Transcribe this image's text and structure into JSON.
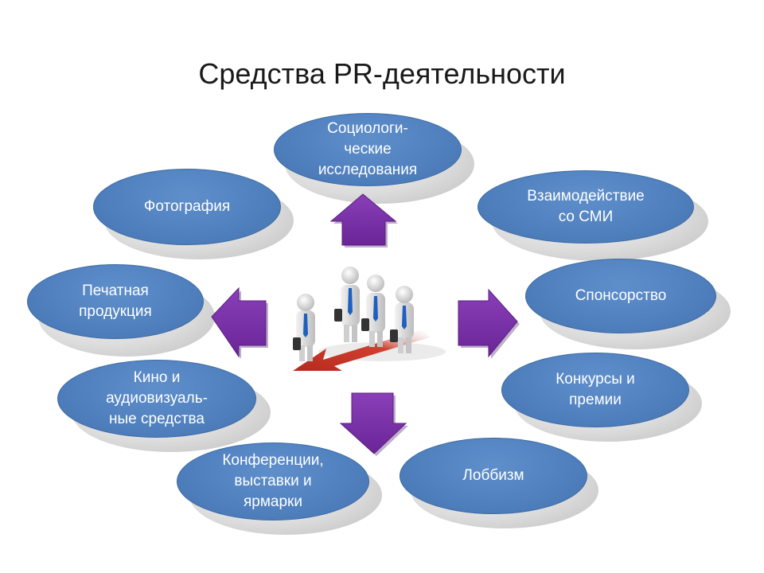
{
  "title": "Средства PR-деятельности",
  "nodes": [
    {
      "label": "Социологи-\nческие\nисследования"
    },
    {
      "label": "Фотография"
    },
    {
      "label": "Взаимодействие\nсо СМИ"
    },
    {
      "label": "Печатная\nпродукция"
    },
    {
      "label": "Спонсорство"
    },
    {
      "label": "Кино и\nаудиовизуаль-\nные средства"
    },
    {
      "label": "Конкурсы и\nпремии"
    },
    {
      "label": "Конференции,\nвыставки и\nярмарки"
    },
    {
      "label": "Лоббизм"
    }
  ],
  "colors": {
    "ellipse": "#4f7fbd",
    "arrow": "#7030a0",
    "floor_arrow": "#c0392b"
  },
  "icons": [
    "people-group-icon",
    "arrow-up-icon",
    "arrow-left-icon",
    "arrow-right-icon",
    "arrow-down-icon"
  ]
}
